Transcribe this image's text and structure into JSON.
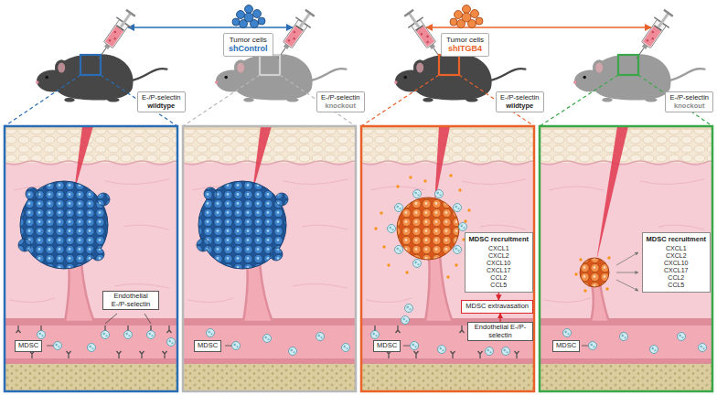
{
  "diagram": {
    "nodes": [
      {
        "text": [
          "Tumor cells",
          "shControl"
        ]
      },
      {
        "text": [
          "Tumor cells",
          "shITGB4"
        ]
      },
      {
        "text": [
          "E-/P-selectin",
          "wildtype"
        ]
      },
      {
        "text": [
          "E-/P-selectin",
          "knockout"
        ]
      },
      {
        "text": [
          "E-/P-selectin",
          "wildtype"
        ]
      },
      {
        "text": [
          "E-/P-selectin",
          "knockout"
        ]
      },
      {
        "text": [
          "Endothelial E-/P-selectin"
        ]
      },
      {
        "text": [
          "MDSC"
        ]
      },
      {
        "text": [
          "MDSC"
        ]
      },
      {
        "text": [
          "MDSC recruitment",
          "CXCL1",
          "CXCL2",
          "CXCL10",
          "CXCL17",
          "CCL2",
          "CCL5"
        ]
      },
      {
        "text": [
          "MDSC extravasation"
        ]
      },
      {
        "text": [
          "Endothelial E-/P-selectin"
        ]
      },
      {
        "text": [
          "MDSC"
        ]
      },
      {
        "text": [
          "MDSC recruitment",
          "CXCL1",
          "CXCL2",
          "CXCL10",
          "CXCL17",
          "CCL2",
          "CCL5"
        ]
      },
      {
        "text": [
          "MDSC"
        ]
      }
    ],
    "edges": [
      {
        "from": 9,
        "to": 10,
        "arrow": "to"
      },
      {
        "from": 11,
        "to": 10,
        "arrow": "to"
      }
    ]
  }
}
